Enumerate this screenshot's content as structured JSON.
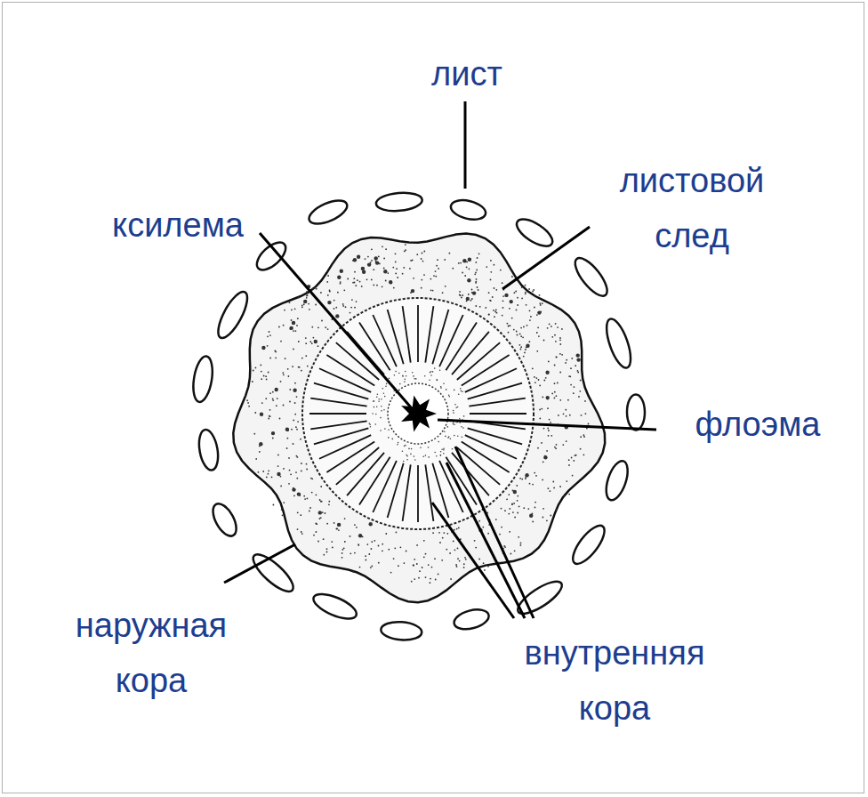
{
  "diagram": {
    "labels": [
      "лист",
      "листовой след",
      "ксилема",
      "флоэма",
      "наружная кора",
      "внутренняя кора"
    ]
  }
}
